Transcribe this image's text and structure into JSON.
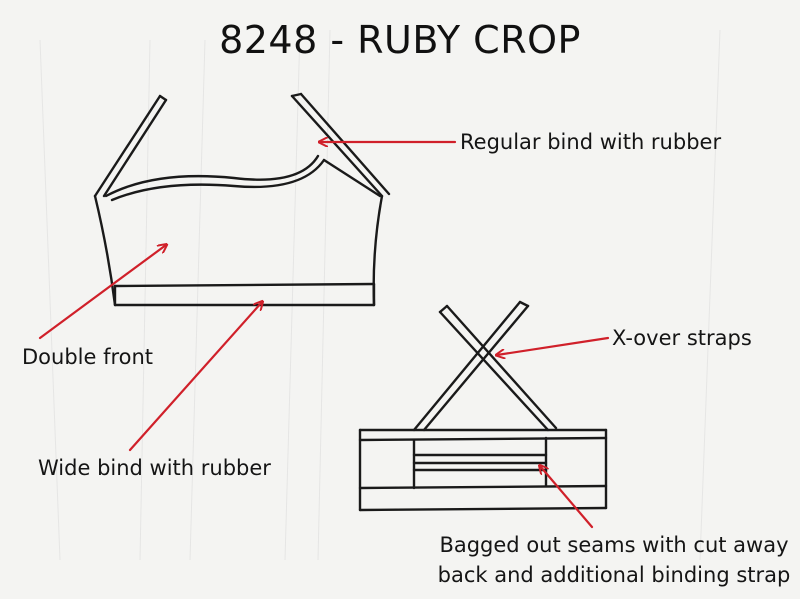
{
  "title": "8248 - RUBY CROP",
  "labels": {
    "regular_bind": "Regular bind with rubber",
    "double_front": "Double front",
    "wide_bind": "Wide bind with rubber",
    "x_over": "X-over straps",
    "bagged_out_line1": "Bagged out seams with cut away",
    "bagged_out_line2": "back and additional binding strap"
  },
  "colors": {
    "background": "#f4f4f2",
    "sketch": "#1a1a1a",
    "arrow": "#d0202a",
    "faint_text": "#dcdcdc"
  }
}
